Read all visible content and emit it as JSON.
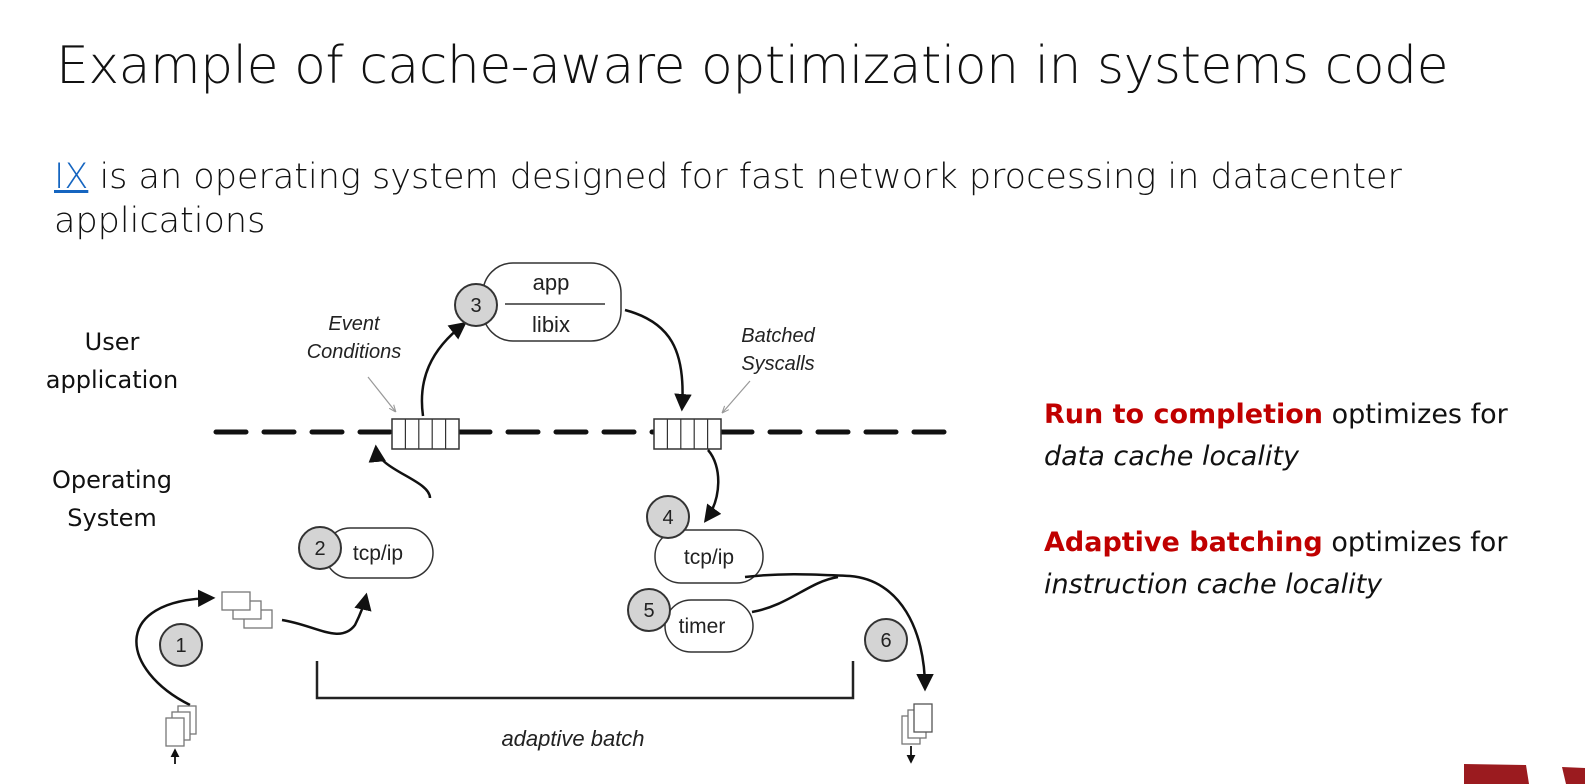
{
  "slide": {
    "title": "Example of cache-aware optimization in systems code",
    "intro": {
      "link_text": "IX",
      "text": " is an operating system designed for fast network processing in datacenter applications"
    },
    "layers": {
      "user": [
        "User",
        "application"
      ],
      "os": [
        "Operating",
        "System"
      ]
    },
    "notes": [
      {
        "highlight": "Run to completion",
        "rest": " optimizes for",
        "italic": "data cache locality"
      },
      {
        "highlight": "Adaptive batching",
        "rest": " optimizes for",
        "italic": "instruction cache locality"
      }
    ],
    "colors": {
      "highlight": "#c00000",
      "link": "#1565c0",
      "logo": "#9b1b1f",
      "step_fill": "#d4d4d4"
    }
  },
  "diagram": {
    "event_conditions": [
      "Event",
      "Conditions"
    ],
    "batched_syscalls": [
      "Batched",
      "Syscalls"
    ],
    "app_box": {
      "top": "app",
      "bottom": "libix"
    },
    "tcpip_rx": "tcp/ip",
    "tcpip_tx": "tcp/ip",
    "timer": "timer",
    "adaptive_batch": "adaptive batch",
    "steps": [
      "1",
      "2",
      "3",
      "4",
      "5",
      "6"
    ]
  }
}
